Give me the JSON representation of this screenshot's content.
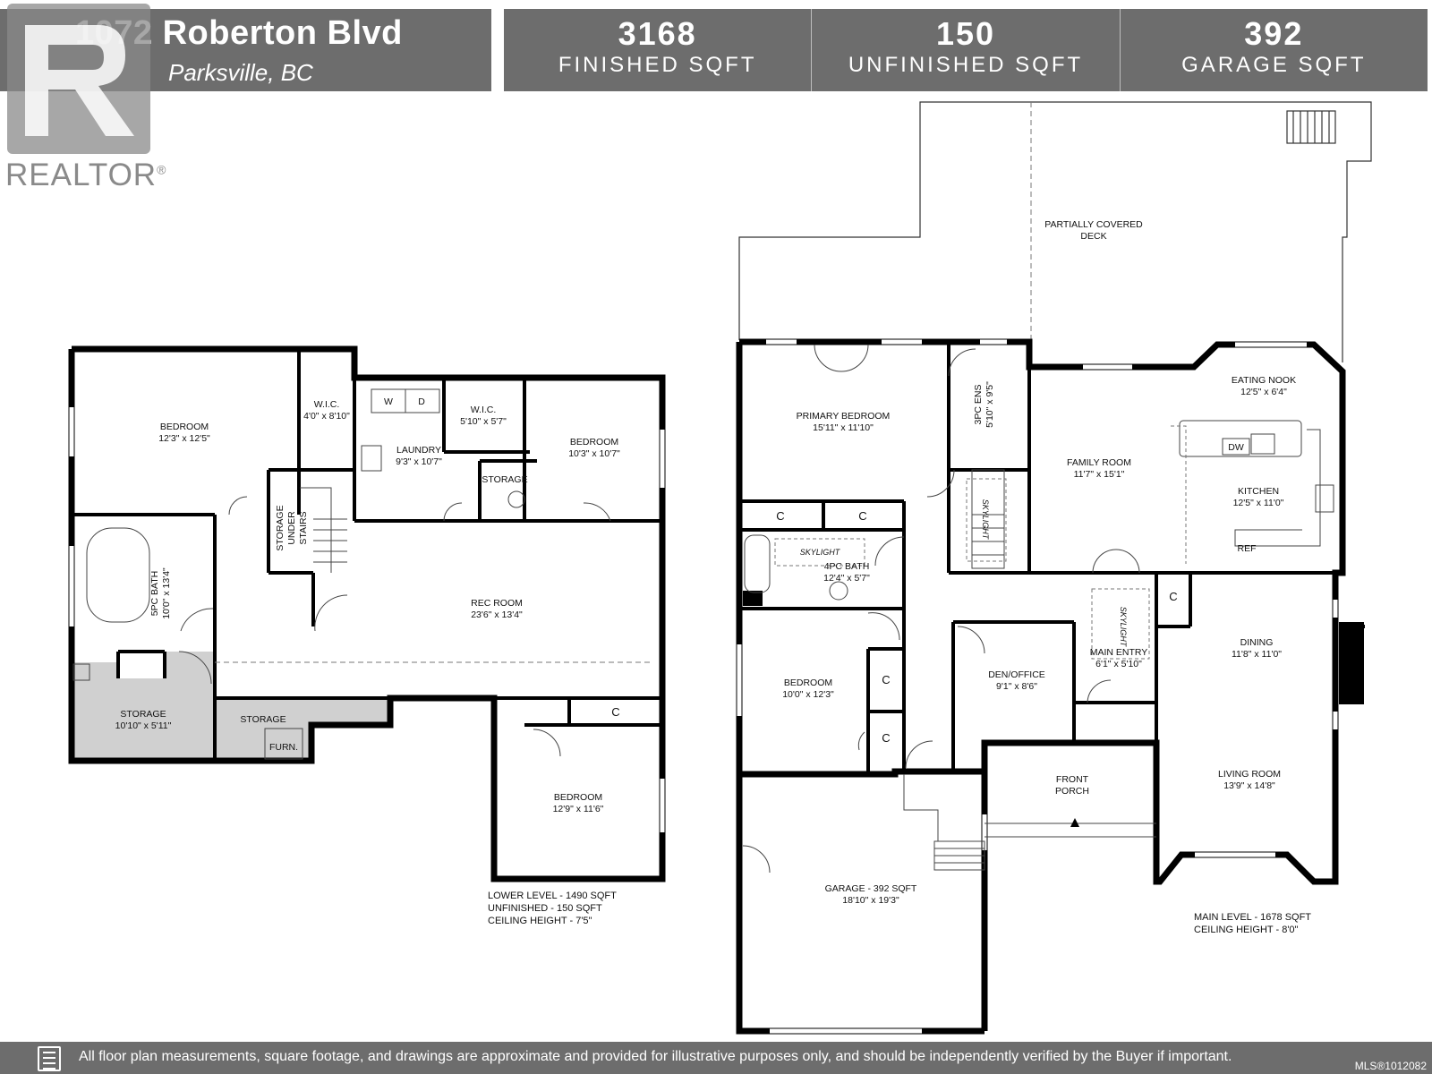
{
  "header": {
    "address_line1": "1072 Roberton Blvd",
    "address_line2": "Parksville, BC",
    "stats": [
      {
        "value": "3168",
        "label": "FINISHED SQFT"
      },
      {
        "value": "150",
        "label": "UNFINISHED SQFT"
      },
      {
        "value": "392",
        "label": "GARAGE SQFT"
      }
    ]
  },
  "logo": {
    "text": "REALTOR",
    "mark": "®"
  },
  "lower_level": {
    "rooms": [
      {
        "name": "BEDROOM",
        "dims": "12'3\" x 12'5\""
      },
      {
        "name": "W.I.C.",
        "dims": "4'0\" x 8'10\""
      },
      {
        "name": "LAUNDRY",
        "dims": "9'3\" x 10'7\""
      },
      {
        "name": "W.I.C.",
        "dims": "5'10\" x 5'7\""
      },
      {
        "name": "BEDROOM",
        "dims": "10'3\" x 10'7\""
      },
      {
        "name": "STORAGE",
        "dims": ""
      },
      {
        "name": "REC ROOM",
        "dims": "23'6\" x 13'4\""
      },
      {
        "name": "5PC BATH",
        "dims": "10'0\" x 13'4\""
      },
      {
        "name": "STORAGE",
        "dims": "10'10\" x 5'11\""
      },
      {
        "name": "STORAGE",
        "dims": ""
      },
      {
        "name": "BEDROOM",
        "dims": "12'9\" x 11'6\""
      }
    ],
    "storage_under_stairs": [
      "STORAGE",
      "UNDER",
      "STAIRS"
    ],
    "furnace": "FURN.",
    "washer": "W",
    "dryer": "D",
    "closet": "C",
    "summary": [
      "LOWER LEVEL - 1490 SQFT",
      "UNFINISHED - 150 SQFT",
      "CEILING HEIGHT - 7'5\""
    ]
  },
  "main_level": {
    "rooms": [
      {
        "name": "PRIMARY BEDROOM",
        "dims": "15'11\" x 11'10\""
      },
      {
        "name": "3PC ENS",
        "dims": "5'10\" x 9'5\""
      },
      {
        "name": "FAMILY ROOM",
        "dims": "11'7\" x 15'1\""
      },
      {
        "name": "EATING NOOK",
        "dims": "12'5\" x 6'4\""
      },
      {
        "name": "KITCHEN",
        "dims": "12'5\" x 11'0\""
      },
      {
        "name": "4PC BATH",
        "dims": "12'4\" x 5'7\""
      },
      {
        "name": "BEDROOM",
        "dims": "10'0\" x 12'3\""
      },
      {
        "name": "DEN/OFFICE",
        "dims": "9'1\" x 8'6\""
      },
      {
        "name": "MAIN ENTRY",
        "dims": "6'1\" x 5'10\""
      },
      {
        "name": "DINING",
        "dims": "11'8\" x 11'0\""
      },
      {
        "name": "LIVING ROOM",
        "dims": "13'9\" x 14'8\""
      },
      {
        "name": "GARAGE - 392 SQFT",
        "dims": "18'10\" x 19'3\""
      }
    ],
    "deck": [
      "PARTIALLY COVERED",
      "DECK"
    ],
    "porch": [
      "FRONT",
      "PORCH"
    ],
    "skylight": "SKYLIGHT",
    "dishwasher": "DW",
    "fridge": "REF",
    "closet": "C",
    "summary": [
      "MAIN LEVEL - 1678 SQFT",
      "CEILING HEIGHT - 8'0\""
    ]
  },
  "footer": {
    "disclaimer": "All floor plan measurements, square footage, and drawings are approximate and provided for illustrative purposes only, and should be independently verified by the Buyer if important.",
    "mls": "MLS®1012082"
  }
}
